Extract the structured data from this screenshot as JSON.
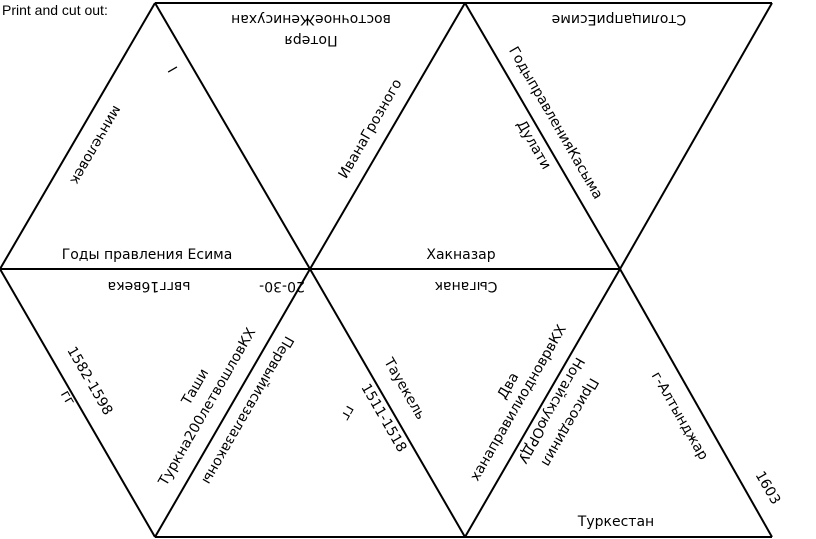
{
  "header": "Print and cut out:",
  "cards": {
    "pieces_top": {
      "a1": "минчеловек",
      "a2": "I",
      "a3": "Годы правления Есима",
      "b1": "Потеря",
      "b2": "восточноеЖенисухан",
      "b3": "ИванаГрозного",
      "b4": "Хакназар",
      "c1": "СтолицаприЕсиме",
      "c2": "ГодыправленияКасыма",
      "c3": "Дулати"
    },
    "pieces_bottom": {
      "d1": "ьвгг16века",
      "d2": "20-30-",
      "d3": "1582-1598",
      "d4": "гг",
      "e1": "Таши",
      "e2": "Туркна200летвошловКХ",
      "e3": "Первыйисвзалазаконы",
      "f1": "Сыганак",
      "f2": "гг",
      "f3": "1511-1518",
      "f4": "Тауекель",
      "g1": "Два",
      "g2": "ханаправилиодноврвКХ",
      "g3": "НогайскуюОРДУ",
      "g4": "Присоединил",
      "h1": "г-Алтынджар",
      "h2": "1603",
      "h3": "Туркестан"
    }
  }
}
